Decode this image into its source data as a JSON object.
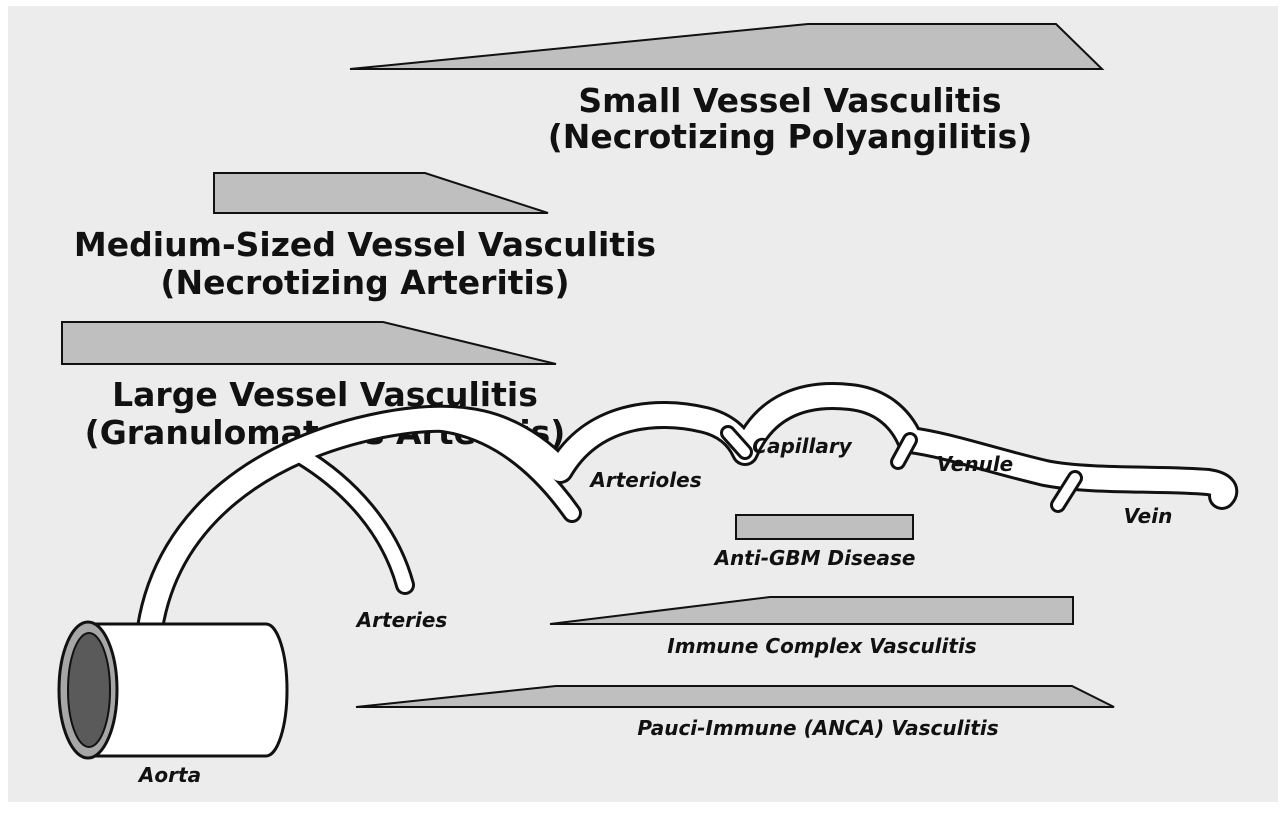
{
  "colors": {
    "background": "#ececec",
    "bar_fill": "#bfbfbf",
    "outline": "#111111",
    "vessel_fill": "#ffffff",
    "aorta_lumen": "#5a5a5a",
    "aorta_rim": "#a6a6a6"
  },
  "categories": {
    "small": {
      "line1": "Small Vessel Vasculitis",
      "line2": "(Necrotizing Polyangilitis)"
    },
    "medium": {
      "line1": "Medium-Sized Vessel Vasculitis",
      "line2": "(Necrotizing Arteritis)"
    },
    "large": {
      "line1": "Large Vessel  Vasculitis",
      "line2": "(Granulomatous Arteritis)"
    }
  },
  "vessels": {
    "aorta": "Aorta",
    "arteries": "Arteries",
    "arterioles": "Arterioles",
    "capillary": "Capillary",
    "venule": "Venule",
    "vein": "Vein"
  },
  "diseases": {
    "anti_gbm": "Anti-GBM Disease",
    "immune_complex": "Immune Complex Vasculitis",
    "pauci_immune": "Pauci-Immune (ANCA) Vasculitis"
  }
}
